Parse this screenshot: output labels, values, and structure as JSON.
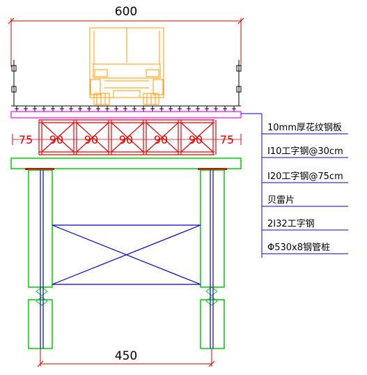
{
  "dimensions": {
    "top_width": "600",
    "bottom_width": "450",
    "spans": [
      "75",
      "90",
      "90",
      "90",
      "90",
      "90",
      "75"
    ]
  },
  "labels": [
    "10mm厚花纹钢板",
    "I10工字钢@30cm",
    "I20工字钢@75cm",
    "贝雷片",
    "2I32工字钢",
    "Φ530x8钢管桩"
  ],
  "colors": {
    "dimension": "#e00000",
    "bailey": "#ee0000",
    "beam": "#00cc00",
    "pile": "#00cc00",
    "pile_axis": "#0000cc",
    "bracing": "#0000cc",
    "leader": "#0000cc",
    "truck": "#ff9900",
    "deck": "#ff00ff"
  }
}
